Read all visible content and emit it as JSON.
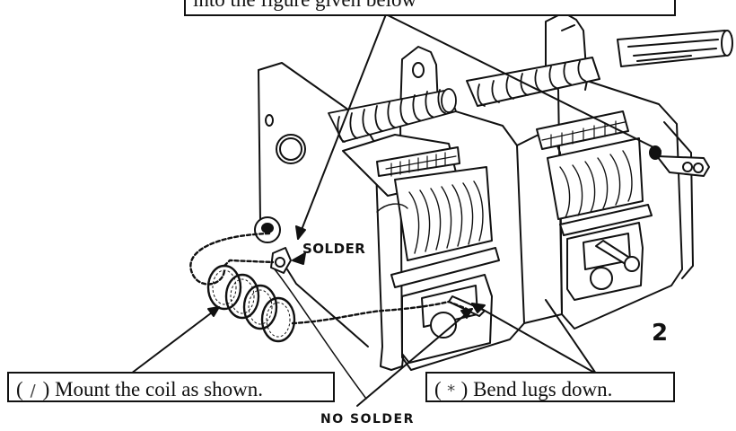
{
  "callouts": {
    "top_text": "into the figure given below",
    "mount_coil": {
      "open_paren": "(",
      "check_mark": "/",
      "text": ") Mount the coil as shown."
    },
    "bend_lugs": {
      "open_paren": "(",
      "check_mark": "*",
      "text": ") Bend lugs down."
    }
  },
  "labels": {
    "solder": "SOLDER",
    "no_solder": "NO SOLDER",
    "step_number": "2"
  },
  "illustration": {
    "subject": "two-gang variable capacitor with mounted coil",
    "line_color": "#111111",
    "fill_color": "#ffffff"
  }
}
